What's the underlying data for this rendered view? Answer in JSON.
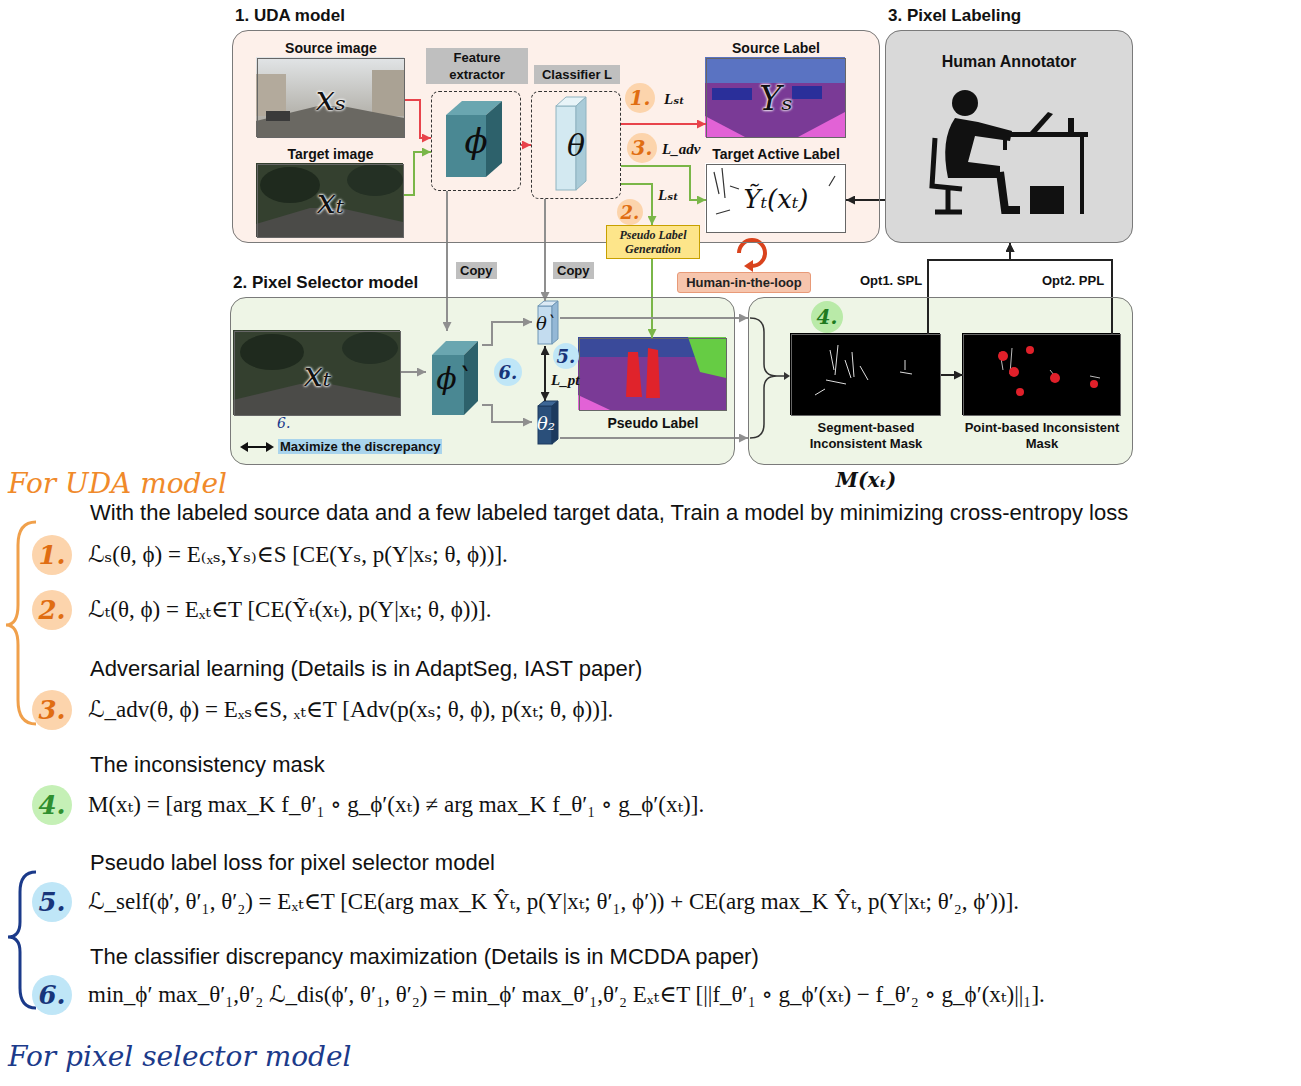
{
  "diagram": {
    "nodes": [
      {
        "text": [
          "1. UDA model"
        ]
      },
      {
        "text": [
          "Source image",
          "xₛ"
        ],
        "in": 0
      },
      {
        "text": [
          "Target image",
          "xₜ"
        ],
        "in": 0
      },
      {
        "text": [
          "Feature extractor",
          "ϕ"
        ],
        "in": 0
      },
      {
        "text": [
          "Classifier L",
          "θ"
        ],
        "in": 0
      },
      {
        "text": [
          "Source Label",
          "Yₛ"
        ],
        "in": 0
      },
      {
        "text": [
          "Target Active Label",
          "Ỹₜ(xₜ)"
        ],
        "in": 0
      },
      {
        "text": [
          "Pseudo Label Generation"
        ],
        "in": 0
      },
      {
        "text": [
          "3. Pixel Labeling",
          "Human Annotator"
        ]
      },
      {
        "text": [
          "2. Pixel Selector model"
        ]
      },
      {
        "text": [
          "xₜ"
        ],
        "in": 9
      },
      {
        "text": [
          "ϕ`"
        ],
        "in": 9
      },
      {
        "text": [
          "θ`"
        ],
        "in": 9
      },
      {
        "text": [
          "θ₂"
        ],
        "in": 9
      },
      {
        "text": [
          "Pseudo Label"
        ],
        "in": 9
      },
      {
        "text": [
          "4."
        ]
      },
      {
        "text": [
          "Segment-based Inconsistent Mask",
          "M(xₜ)"
        ],
        "in": 15
      },
      {
        "text": [
          "Point-based Inconsistent Mask"
        ],
        "in": 15
      },
      {
        "text": [
          "Human-in-the-loop"
        ]
      }
    ],
    "edges": [
      {
        "from": 1,
        "to": 3,
        "arrow": "to"
      },
      {
        "from": 2,
        "to": 3,
        "arrow": "to"
      },
      {
        "from": 3,
        "to": 4,
        "arrow": "to"
      },
      {
        "from": 4,
        "to": 5,
        "arrow": "to"
      },
      {
        "from": 4,
        "to": 6,
        "arrow": "to"
      },
      {
        "from": 4,
        "to": 7,
        "arrow": "to"
      },
      {
        "from": 8,
        "to": 6,
        "arrow": "to"
      },
      {
        "from": 7,
        "to": 14,
        "arrow": "to"
      },
      {
        "from": 3,
        "to": 11,
        "arrow": "to",
        "label": "Copy"
      },
      {
        "from": 4,
        "to": 12,
        "arrow": "to",
        "label": "Copy"
      },
      {
        "from": 10,
        "to": 11,
        "arrow": "to"
      },
      {
        "from": 11,
        "to": 12,
        "arrow": "to"
      },
      {
        "from": 11,
        "to": 13,
        "arrow": "to"
      },
      {
        "from": 12,
        "to": 13,
        "arrow": "both"
      },
      {
        "from": 12,
        "to": 15,
        "arrow": "to"
      },
      {
        "from": 13,
        "to": 15,
        "arrow": "to"
      },
      {
        "from": 16,
        "to": 17,
        "arrow": "to"
      },
      {
        "from": 16,
        "to": 8,
        "arrow": "to",
        "label": "Opt1. SPL"
      },
      {
        "from": 17,
        "to": 8,
        "arrow": "to",
        "label": "Opt2. PPL"
      }
    ],
    "labels": [
      "1.",
      "Lₛₜ",
      "3.",
      "L_adv",
      "2.",
      "Lₛₜ",
      "6.",
      "5.",
      "L_pt",
      "6.",
      "Maximize the discrepancy",
      "For UDA model",
      "With the labeled source data and a few labeled target data, Train a model by minimizing cross-entropy loss",
      "1.",
      "ℒₛ(θ, ϕ) = E₍ₓₛ,Yₛ₎∈S [CE(Yₛ, p(Y|xₛ; θ, ϕ))].",
      "2.",
      "ℒₜ(θ, ϕ) = Eₓₜ∈T [CE(Ỹₜ(xₜ), p(Y|xₜ; θ, ϕ))].",
      "Adversarial learning (Details is in AdaptSeg, IAST paper)",
      "3.",
      "ℒ_adv(θ, ϕ) = Eₓₛ∈S, ₓₜ∈T [Adv(p(xₛ; θ, ϕ), p(xₜ; θ, ϕ))].",
      "The inconsistency mask",
      "4.",
      "M(xₜ) = [arg max_K f_θ′₁ ∘ g_ϕ′(xₜ) ≠ arg max_K f_θ′₁ ∘ g_ϕ′(xₜ)].",
      "Pseudo label loss for pixel selector model",
      "5.",
      "ℒ_self(ϕ′, θ′₁, θ′₂) = Eₓₜ∈T [CE(arg max_K Ŷₜ, p(Y|xₜ; θ′₁, ϕ′)) + CE(arg max_K Ŷₜ, p(Y|xₜ; θ′₂, ϕ′))].",
      "The classifier discrepancy maximization (Details is in MCDDA paper)",
      "6.",
      "min_ϕ′ max_θ′₁,θ′₂ ℒ_dis(ϕ′, θ′₁, θ′₂) = min_ϕ′ max_θ′₁,θ′₂ Eₓₜ∈T [||f_θ′₁ ∘ g_ϕ′(xₜ) − f_θ′₂ ∘ g_ϕ′(xₜ)||₁].",
      "For pixel selector model"
    ]
  }
}
